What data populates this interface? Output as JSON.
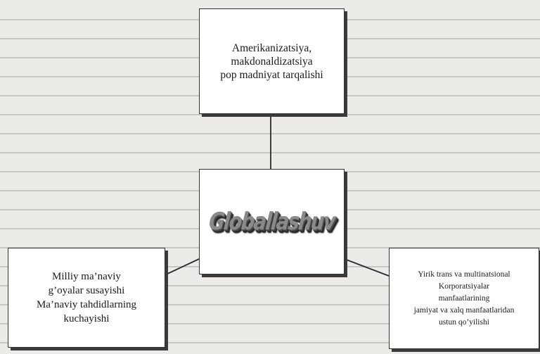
{
  "diagram": {
    "top_box": "Amerikanizatsiya,\nmakdonaldizatsiya\npop madniyat tarqalishi",
    "center_box": "Globallashuv",
    "left_box": "Milliy ma’naviy\ng’oyalar susayishi\nMa’naviy tahdidlarning\nkuchayishi",
    "right_box": "Yirik trans va multinatsional\nKorporatsiyalar\nmanfaatlarining\njamiyat va xalq  manfaatlaridan\nustun qo’yilishi"
  },
  "colors": {
    "background": "#ecebe8",
    "box": "#ffffff",
    "line": "#333333"
  }
}
